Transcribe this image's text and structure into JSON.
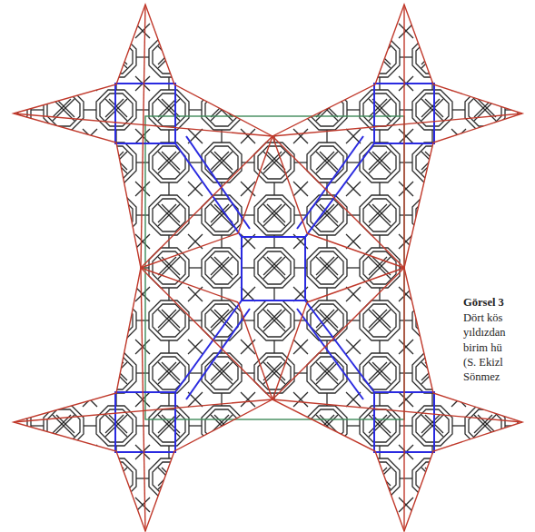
{
  "diagram": {
    "labels": [
      "Görsel 3",
      "Dört kös",
      "yıldızdan",
      "birim hü",
      "(S. Ekizl",
      "Sönmez"
    ]
  }
}
